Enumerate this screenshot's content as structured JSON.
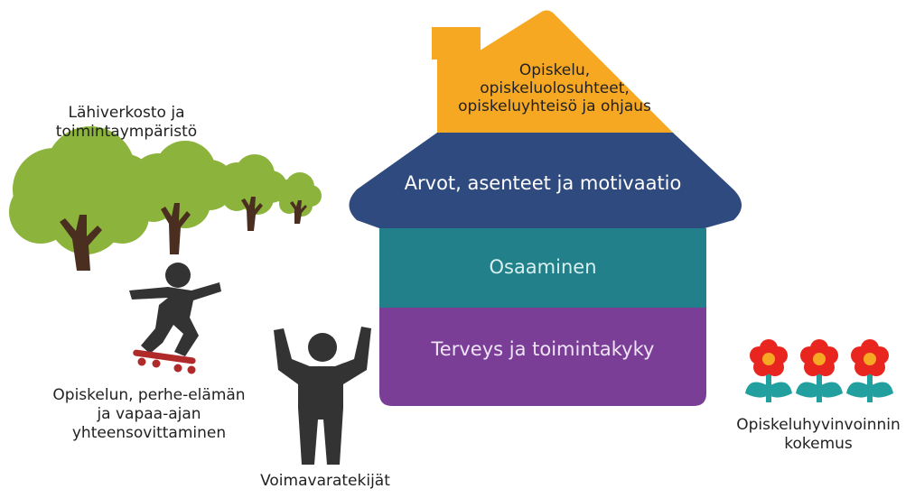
{
  "colors": {
    "roof": "#F7A823",
    "values_band": "#2F4A7E",
    "competence_band": "#22808A",
    "health_band": "#7A3E97",
    "tree_foliage": "#8CB43C",
    "tree_trunk": "#4A2E20",
    "figure": "#333333",
    "flower_petal": "#E8261F",
    "flower_center": "#F7A823",
    "flower_leaf": "#22A0A0",
    "skateboard": "#B02A2A"
  },
  "house": {
    "roof_lines": [
      "Opiskelu,",
      "opiskeluolosuhteet,",
      "opiskeluyhteisö ja ohjaus"
    ],
    "values": "Arvot, asenteet ja motivaatio",
    "competence": "Osaaminen",
    "health": "Terveys ja toimintakyky"
  },
  "labels": {
    "network_lines": [
      "Lähiverkosto ja",
      "toimintaympäristö"
    ],
    "balance_lines": [
      "Opiskelun, perhe-elämän",
      "ja vapaa-ajan",
      "yhteensovittaminen"
    ],
    "resources": "Voimavaratekijät",
    "wellbeing_lines": [
      "Opiskeluhyvinvoinnin",
      "kokemus"
    ]
  },
  "icons": {
    "trees": "tree-icon",
    "skater": "skateboarder-icon",
    "person": "person-arms-raised-icon",
    "flowers": "flower-icon"
  }
}
